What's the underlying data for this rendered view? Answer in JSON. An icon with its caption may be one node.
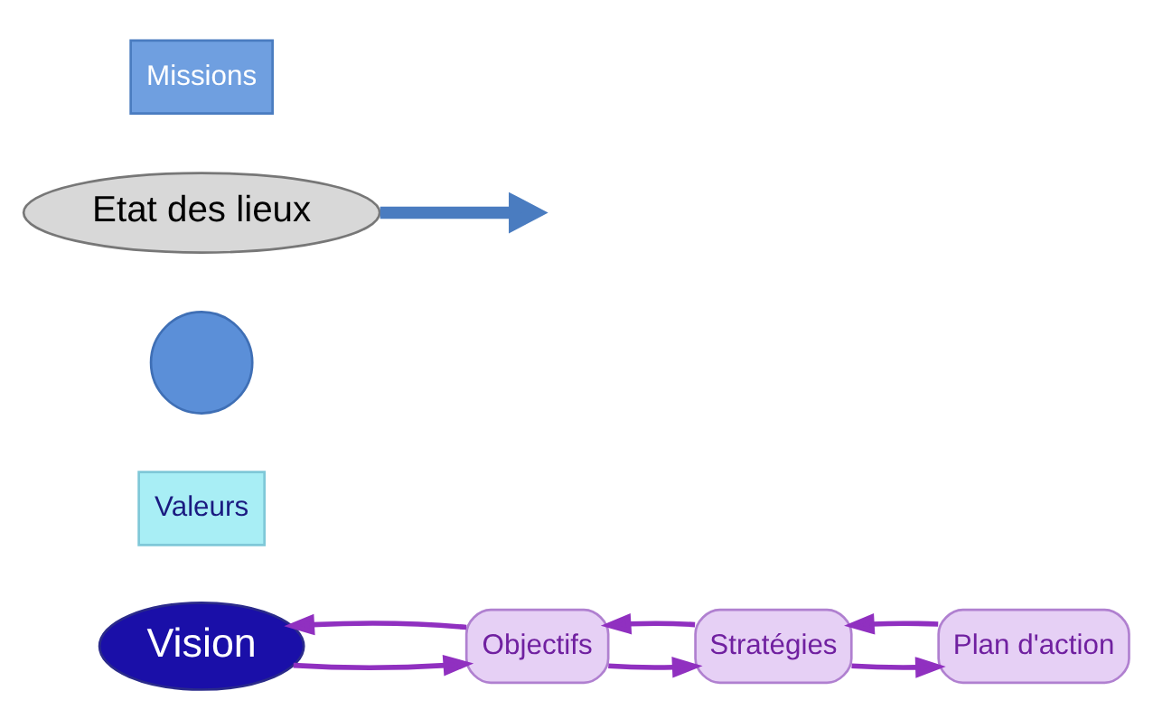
{
  "diagram": {
    "nodes": [
      {
        "text": [
          "Vision"
        ]
      },
      {
        "text": [
          "Valeurs"
        ]
      },
      {
        "text": [
          "Objectifs"
        ]
      },
      {
        "text": [
          "Stratégies"
        ]
      },
      {
        "text": [
          "Plan d'action"
        ]
      },
      {
        "text": [],
        "shape": "circle"
      },
      {
        "text": [
          "Etat des lieux"
        ]
      },
      {
        "text": [
          "Missions"
        ]
      }
    ],
    "edges": [
      {
        "from": 0,
        "to": 2,
        "arrow": "to"
      },
      {
        "from": 2,
        "to": 3,
        "arrow": "to"
      },
      {
        "from": 3,
        "to": 4,
        "arrow": "to"
      },
      {
        "from": 4,
        "to": 3,
        "arrow": "to"
      },
      {
        "from": 3,
        "to": 2,
        "arrow": "to"
      },
      {
        "from": 2,
        "to": 0,
        "arrow": "to"
      },
      {
        "from": 6,
        "to": null,
        "arrow": "to",
        "style": "thick",
        "color": "#4a7cc0"
      }
    ]
  }
}
